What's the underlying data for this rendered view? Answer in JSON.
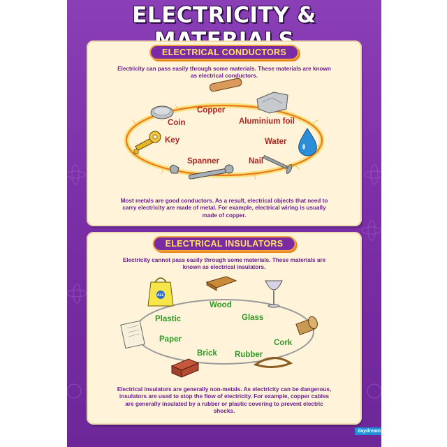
{
  "title": "ELECTRICITY & MATERIALS",
  "conductors": {
    "heading": "ELECTRICAL CONDUCTORS",
    "intro": "Electricity can pass easily through some materials. These materials are known as electrical conductors.",
    "items": [
      "Copper",
      "Coin",
      "Aluminium foil",
      "Key",
      "Water",
      "Spanner",
      "Nail"
    ],
    "summary": "Most metals are good conductors. As a result, electrical objects that need to carry electricity are made of metal. For example, electrical wiring is usually made of copper."
  },
  "insulators": {
    "heading": "ELECTRICAL INSULATORS",
    "intro": "Electricity cannot pass easily through some materials. These materials are known as electrical insulators.",
    "items": [
      "Wood",
      "Plastic",
      "Glass",
      "Paper",
      "Cork",
      "Brick",
      "Rubber"
    ],
    "summary": "Electrical insulators are generally non-metals. As electricity can be dangerous, insulators are used to stop the flow of electricity. For example, copper cables are generally insulated by a rubber or plastic covering to prevent electric shocks."
  },
  "bag_label": "ALL",
  "footer_logo": "daydream",
  "colors": {
    "purple": "#7b2fa8",
    "cream": "#fff4d9",
    "red_label": "#b0221e",
    "green_label": "#2e9a23",
    "ribbon_text": "#ffe463"
  }
}
